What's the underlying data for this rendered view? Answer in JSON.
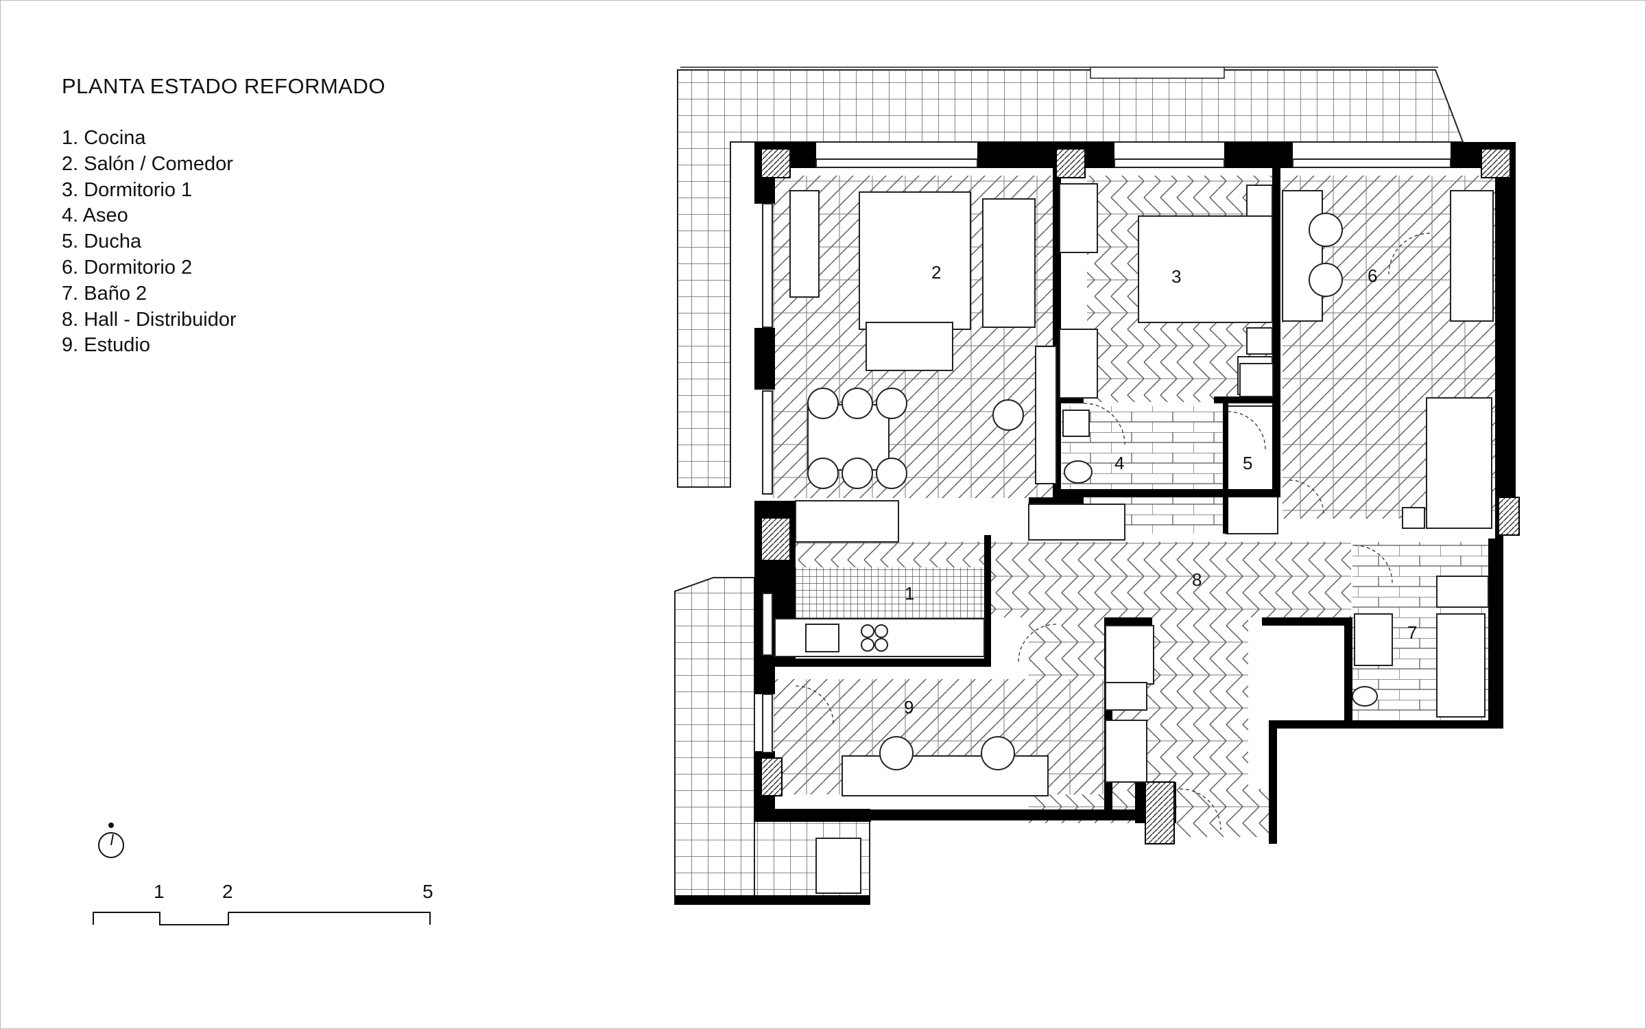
{
  "title": "PLANTA ESTADO REFORMADO",
  "legend": [
    "1. Cocina",
    "2. Salón / Comedor",
    "3. Dormitorio 1",
    "4. Aseo",
    "5. Ducha",
    "6. Dormitorio 2",
    "7. Baño 2",
    "8. Hall - Distribuidor",
    "9. Estudio"
  ],
  "room_numbers": {
    "cocina": "1",
    "salon": "2",
    "dormitorio1": "3",
    "aseo": "4",
    "ducha": "5",
    "dormitorio2": "6",
    "bano2": "7",
    "hall": "8",
    "estudio": "9"
  },
  "scale": {
    "labels": [
      "1",
      "2",
      "5"
    ]
  },
  "icons": {
    "north": "north-arrow-icon"
  },
  "colors": {
    "wall": "#000000",
    "line": "#222222",
    "background": "#ffffff"
  }
}
